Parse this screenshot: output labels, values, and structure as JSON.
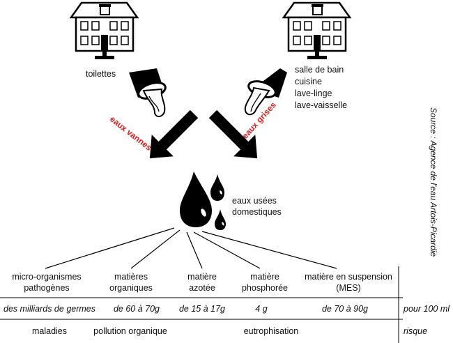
{
  "sources": {
    "left_label": "toilettes",
    "right_lines": [
      "salle de bain",
      "cuisine",
      "lave-linge",
      "lave-vaisselle"
    ],
    "left_flow": "eaux vannes",
    "right_flow": "eaux grises"
  },
  "result_label": [
    "eaux usées",
    "domestiques"
  ],
  "credit": "Source : Agence de l'eau Artois-Picardie",
  "categories": [
    [
      "micro-organismes",
      "pathogènes"
    ],
    [
      "matières",
      "organiques"
    ],
    [
      "matière",
      "azotée"
    ],
    [
      "matière",
      "phosphorée"
    ],
    [
      "matière en suspension",
      "(MES)"
    ]
  ],
  "quantities": [
    "des milliards de germes",
    "de 60 à 70g",
    "de 15 à 17g",
    "4 g",
    "de 70 à 90g"
  ],
  "quantity_unit": "pour 100 ml",
  "risks": [
    "maladies",
    "pollution organique",
    "eutrophisation"
  ],
  "risk_label": "risque",
  "colors": {
    "accent": "#e01e1e",
    "ink": "#000000"
  }
}
